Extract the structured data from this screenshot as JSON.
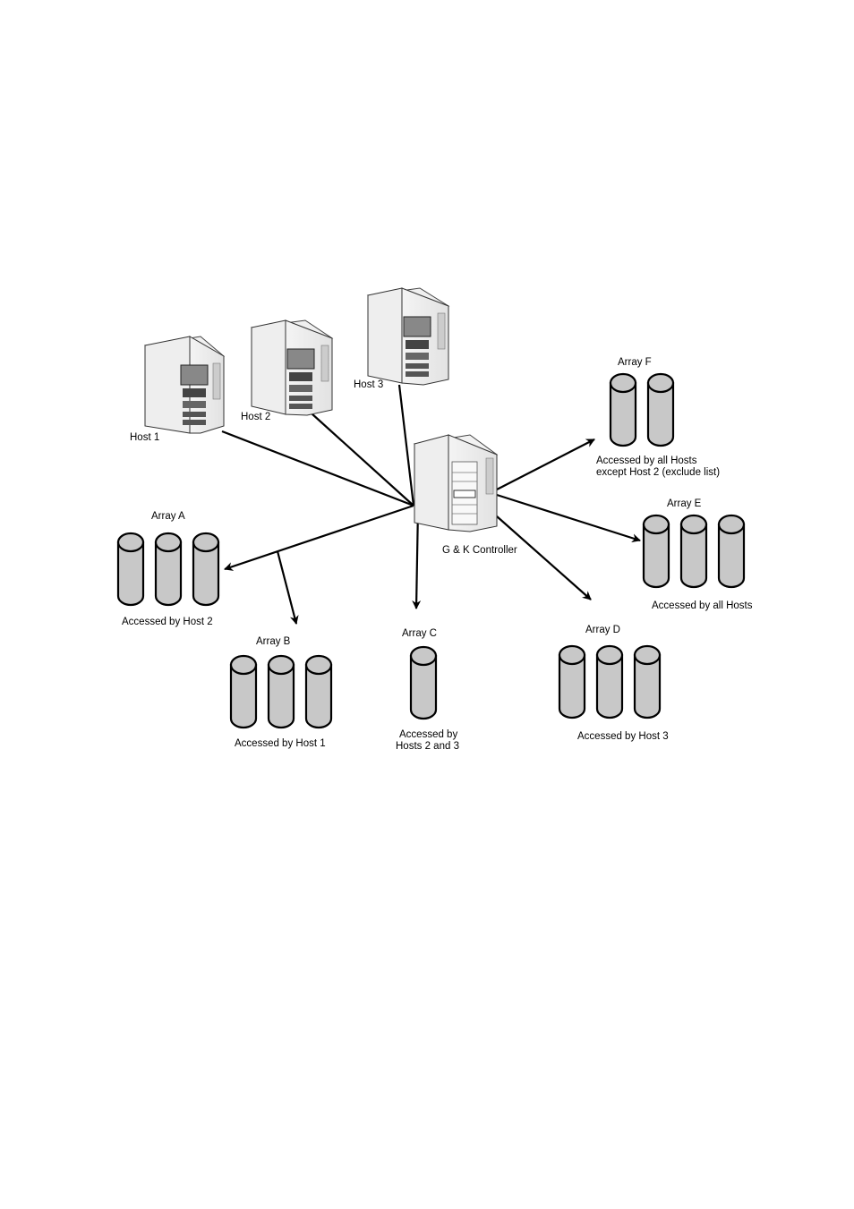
{
  "diagram": {
    "controller": {
      "label": "G & K Controller"
    },
    "hosts": [
      {
        "id": "host1",
        "label": "Host 1"
      },
      {
        "id": "host2",
        "label": "Host 2"
      },
      {
        "id": "host3",
        "label": "Host 3"
      }
    ],
    "arrays": [
      {
        "id": "arrayA",
        "name": "Array A",
        "disks": 3,
        "access_lines": [
          "Accessed by Host 2"
        ]
      },
      {
        "id": "arrayB",
        "name": "Array B",
        "disks": 3,
        "access_lines": [
          "Accessed by Host 1"
        ]
      },
      {
        "id": "arrayC",
        "name": "Array C",
        "disks": 1,
        "access_lines": [
          "Accessed by",
          "Hosts 2 and 3"
        ]
      },
      {
        "id": "arrayD",
        "name": "Array D",
        "disks": 3,
        "access_lines": [
          "Accessed by Host 3"
        ]
      },
      {
        "id": "arrayE",
        "name": "Array E",
        "disks": 3,
        "access_lines": [
          "Accessed by all Hosts"
        ]
      },
      {
        "id": "arrayF",
        "name": "Array F",
        "disks": 2,
        "access_lines": [
          "Accessed by all Hosts",
          "except Host 2 (exclude list)"
        ]
      }
    ],
    "links": [
      {
        "from": "host1",
        "to": "controller",
        "arrow": false
      },
      {
        "from": "host2",
        "to": "controller",
        "arrow": false
      },
      {
        "from": "host3",
        "to": "controller",
        "arrow": false
      },
      {
        "from": "controller",
        "to": "arrayA",
        "arrow": true
      },
      {
        "from": "controller",
        "to": "arrayB",
        "arrow": true
      },
      {
        "from": "controller",
        "to": "arrayC",
        "arrow": true
      },
      {
        "from": "controller",
        "to": "arrayD",
        "arrow": true
      },
      {
        "from": "controller",
        "to": "arrayE",
        "arrow": true
      },
      {
        "from": "controller",
        "to": "arrayF",
        "arrow": true
      }
    ]
  }
}
